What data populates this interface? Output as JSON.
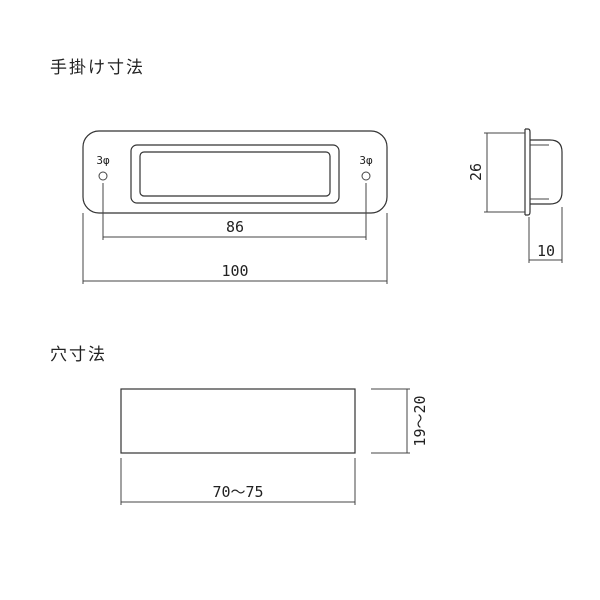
{
  "headings": {
    "handle": "手掛け寸法",
    "hole": "穴寸法"
  },
  "handle_front": {
    "screw_hole_left": "3φ",
    "screw_hole_right": "3φ",
    "dim_hole_pitch": "86",
    "dim_width": "100"
  },
  "handle_side": {
    "dim_height": "26",
    "dim_depth": "10"
  },
  "hole": {
    "dim_width": "70～75",
    "dim_height": "19～20"
  }
}
